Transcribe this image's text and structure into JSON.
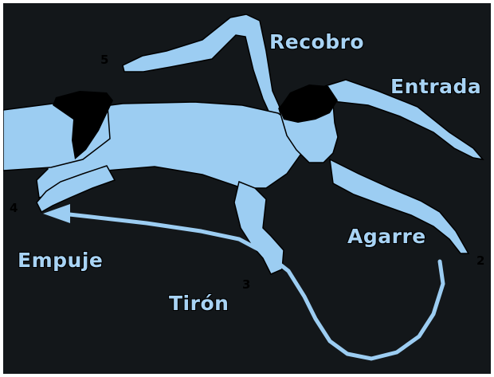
{
  "colors": {
    "background": "#13171a",
    "figure": "#9ccdf2",
    "label": "#a8d3f4",
    "outline": "#000000"
  },
  "labels": {
    "recovery": "Recobro",
    "entry": "Entrada",
    "catch": "Agarre",
    "pull": "Tirón",
    "push": "Empuje"
  },
  "numbers": {
    "n2": "2",
    "n3": "3",
    "n4": "4",
    "n5": "5"
  },
  "icons": {
    "swimmer": "swimmer-figure-icon",
    "arrow": "stroke-path-arrow-icon"
  }
}
